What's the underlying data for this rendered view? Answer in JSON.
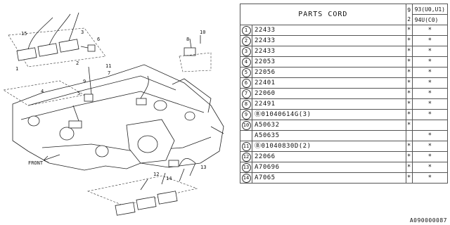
{
  "diagram": {
    "callouts": [
      "1",
      "2",
      "3",
      "4",
      "5",
      "6",
      "7",
      "8",
      "9",
      "10",
      "11",
      "12",
      "13",
      "14",
      "15"
    ],
    "front_label": "FRONT"
  },
  "table": {
    "header": {
      "title": "PARTS CORD",
      "year_col": [
        "9",
        "2"
      ],
      "col1_code": [
        "9",
        "3(U0,U1)"
      ],
      "col2_code": [
        "9",
        "4U(C0)"
      ]
    },
    "rows": [
      {
        "idx": "1",
        "part": "22433",
        "c1": "*",
        "c2": "*"
      },
      {
        "idx": "2",
        "part": "22433",
        "c1": "*",
        "c2": "*"
      },
      {
        "idx": "3",
        "part": "22433",
        "c1": "*",
        "c2": "*"
      },
      {
        "idx": "4",
        "part": "22053",
        "c1": "*",
        "c2": "*"
      },
      {
        "idx": "5",
        "part": "22056",
        "c1": "*",
        "c2": "*"
      },
      {
        "idx": "6",
        "part": "22401",
        "c1": "*",
        "c2": "*"
      },
      {
        "idx": "7",
        "part": "22060",
        "c1": "*",
        "c2": "*"
      },
      {
        "idx": "8",
        "part": "22491",
        "c1": "*",
        "c2": "*"
      },
      {
        "idx": "9",
        "part": "Ⓑ01040614G(3)",
        "c1": "*",
        "c2": "*"
      },
      {
        "idx": "10",
        "part": "A50632",
        "c1": "*",
        "c2": ""
      },
      {
        "idx": "",
        "part": "A50635",
        "c1": "",
        "c2": "*"
      },
      {
        "idx": "11",
        "part": "Ⓑ01040830D(2)",
        "c1": "*",
        "c2": "*"
      },
      {
        "idx": "12",
        "part": "22066",
        "c1": "*",
        "c2": "*"
      },
      {
        "idx": "13",
        "part": "A70696",
        "c1": "*",
        "c2": "*"
      },
      {
        "idx": "14",
        "part": "A7065",
        "c1": "*",
        "c2": "*"
      }
    ]
  },
  "doc_code": "A090000087"
}
